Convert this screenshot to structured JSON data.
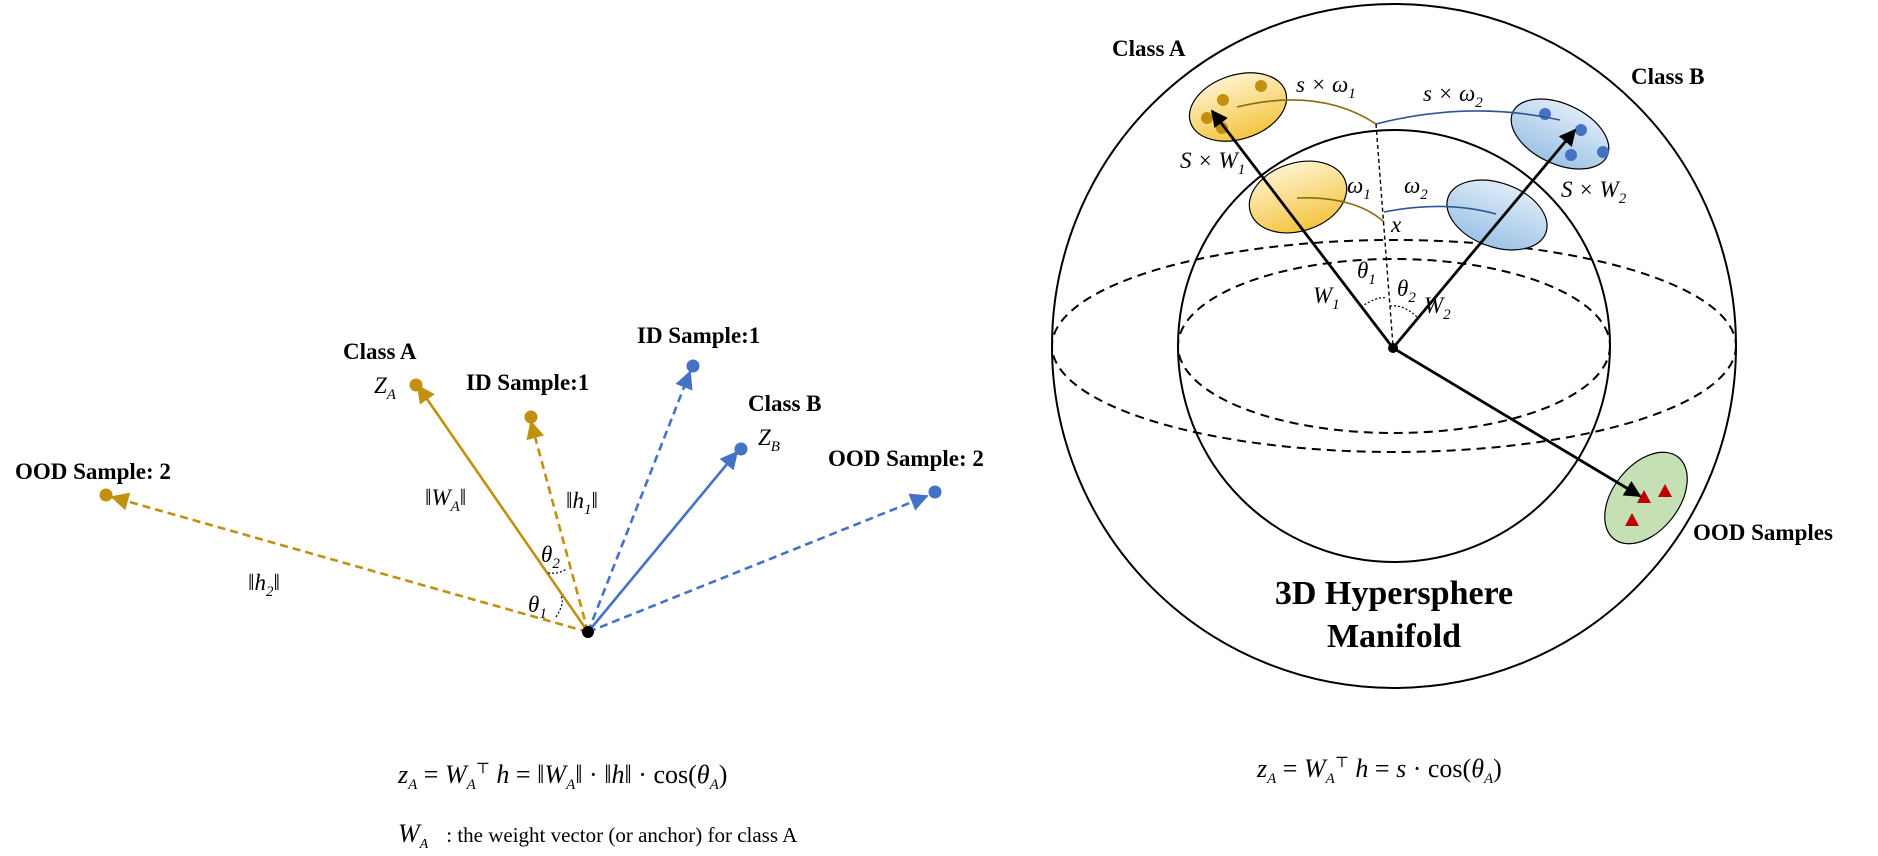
{
  "colors": {
    "class_a": "#c0900e",
    "class_b": "#4472c4",
    "ood": "#c00000",
    "ood_fill": "#c5e0b4",
    "class_a_fill": "#ffe699",
    "class_b_fill": "#bdd7ee"
  },
  "left": {
    "class_a": "Class A",
    "z_a": "Z",
    "z_a_sub": "A",
    "id_sample_a": "ID Sample:1",
    "id_sample_b": "ID Sample:1",
    "class_b": "Class B",
    "z_b": "Z",
    "z_b_sub": "B",
    "ood_left": "OOD Sample: 2",
    "ood_right": "OOD Sample: 2",
    "norm_wa": "‖W",
    "norm_wa_sub": "A",
    "norm_wa_end": "‖",
    "norm_h1": "‖h",
    "norm_h1_sub": "1",
    "norm_h1_end": "‖",
    "norm_h2": "‖h",
    "norm_h2_sub": "2",
    "norm_h2_end": "‖",
    "theta1": "θ",
    "theta1_sub": "1",
    "theta2": "θ",
    "theta2_sub": "2",
    "formula": "z_A = W_A^⊤ h = ‖W_A‖ · ‖h‖ · cos(θ_A)",
    "legend_symbol": "W_A",
    "legend_text": ": the weight vector (or anchor) for class A"
  },
  "right": {
    "class_a": "Class A",
    "class_b": "Class B",
    "ood_samples": "OOD Samples",
    "s_omega1": "s × ω",
    "s_omega1_sub": "1",
    "s_omega2": "s × ω",
    "s_omega2_sub": "2",
    "s_w1": "S × W",
    "s_w1_sub": "1",
    "s_w2": "S × W",
    "s_w2_sub": "2",
    "omega1": "ω",
    "omega1_sub": "1",
    "omega2": "ω",
    "omega2_sub": "2",
    "x": "x",
    "theta1": "θ",
    "theta1_sub": "1",
    "theta2": "θ",
    "theta2_sub": "2",
    "w1": "W",
    "w1_sub": "1",
    "w2": "W",
    "w2_sub": "2",
    "title_line1": "3D Hypersphere",
    "title_line2": "Manifold",
    "formula": "z_A = W_A^⊤ h = s · cos(θ_A)"
  }
}
